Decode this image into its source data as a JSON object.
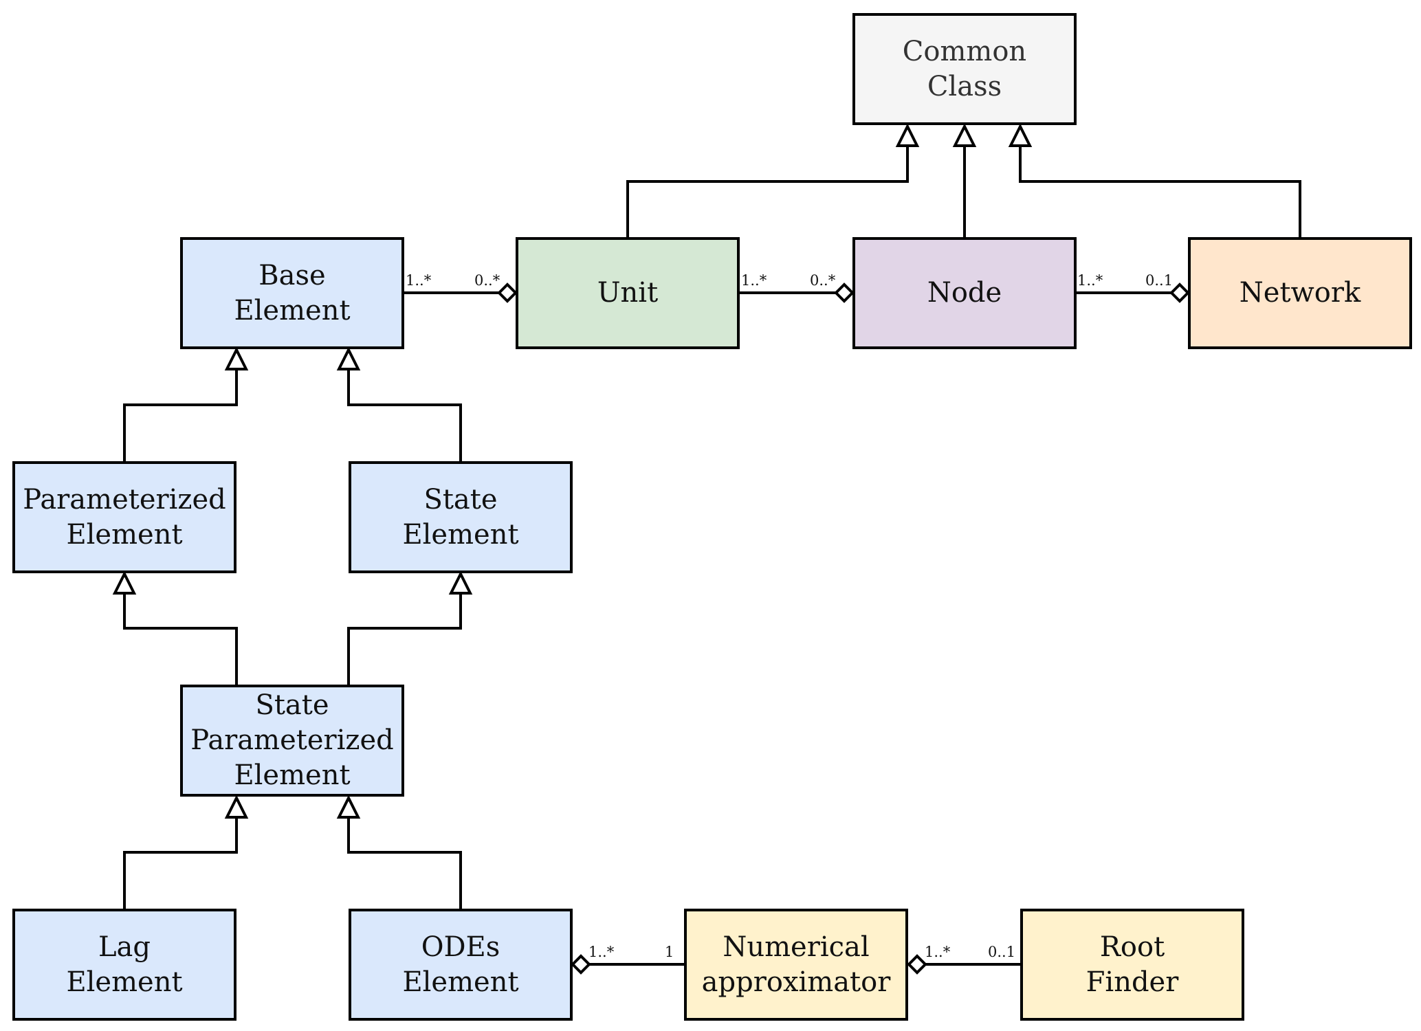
{
  "diagram": {
    "type": "uml-class-diagram",
    "classes": {
      "common_class": {
        "lines": [
          "Common",
          "Class"
        ],
        "color": "#f5f5f5"
      },
      "base_element": {
        "lines": [
          "Base",
          "Element"
        ],
        "color": "#dae8fc"
      },
      "unit": {
        "lines": [
          "Unit"
        ],
        "color": "#d5e8d4"
      },
      "node": {
        "lines": [
          "Node"
        ],
        "color": "#e1d5e7"
      },
      "network": {
        "lines": [
          "Network"
        ],
        "color": "#ffe6cc"
      },
      "parameterized_element": {
        "lines": [
          "Parameterized",
          "Element"
        ],
        "color": "#dae8fc"
      },
      "state_element": {
        "lines": [
          "State",
          "Element"
        ],
        "color": "#dae8fc"
      },
      "state_parameterized_element": {
        "lines": [
          "State",
          "Parameterized",
          "Element"
        ],
        "color": "#dae8fc"
      },
      "lag_element": {
        "lines": [
          "Lag",
          "Element"
        ],
        "color": "#dae8fc"
      },
      "odes_element": {
        "lines": [
          "ODEs",
          "Element"
        ],
        "color": "#dae8fc"
      },
      "numerical_approximator": {
        "lines": [
          "Numerical",
          "approximator"
        ],
        "color": "#fff2cc"
      },
      "root_finder": {
        "lines": [
          "Root",
          "Finder"
        ],
        "color": "#fff2cc"
      }
    },
    "generalizations": [
      {
        "from": "Unit",
        "to": "Common Class"
      },
      {
        "from": "Node",
        "to": "Common Class"
      },
      {
        "from": "Network",
        "to": "Common Class"
      },
      {
        "from": "Parameterized Element",
        "to": "Base Element"
      },
      {
        "from": "State Element",
        "to": "Base Element"
      },
      {
        "from": "State Parameterized Element",
        "to": "Parameterized Element"
      },
      {
        "from": "State Parameterized Element",
        "to": "State Element"
      },
      {
        "from": "Lag Element",
        "to": "State Parameterized Element"
      },
      {
        "from": "ODEs Element",
        "to": "State Parameterized Element"
      }
    ],
    "aggregations": [
      {
        "part": "Base Element",
        "whole": "Unit",
        "part_mult": "1..*",
        "whole_mult": "0..*"
      },
      {
        "part": "Unit",
        "whole": "Node",
        "part_mult": "1..*",
        "whole_mult": "0..*"
      },
      {
        "part": "Node",
        "whole": "Network",
        "part_mult": "1..*",
        "whole_mult": "0..1"
      },
      {
        "part": "Numerical approximator",
        "whole": "ODEs Element",
        "part_mult": "1",
        "whole_mult": "1..*"
      },
      {
        "part": "Root Finder",
        "whole": "Numerical approximator",
        "part_mult": "0..1",
        "whole_mult": "1..*"
      }
    ],
    "labels": {
      "base_unit_left": "1..*",
      "base_unit_right": "0..*",
      "unit_node_left": "1..*",
      "unit_node_right": "0..*",
      "node_network_left": "1..*",
      "node_network_right": "0..1",
      "odes_num_left": "1..*",
      "odes_num_right": "1",
      "num_root_left": "1..*",
      "num_root_right": "0..1"
    }
  }
}
